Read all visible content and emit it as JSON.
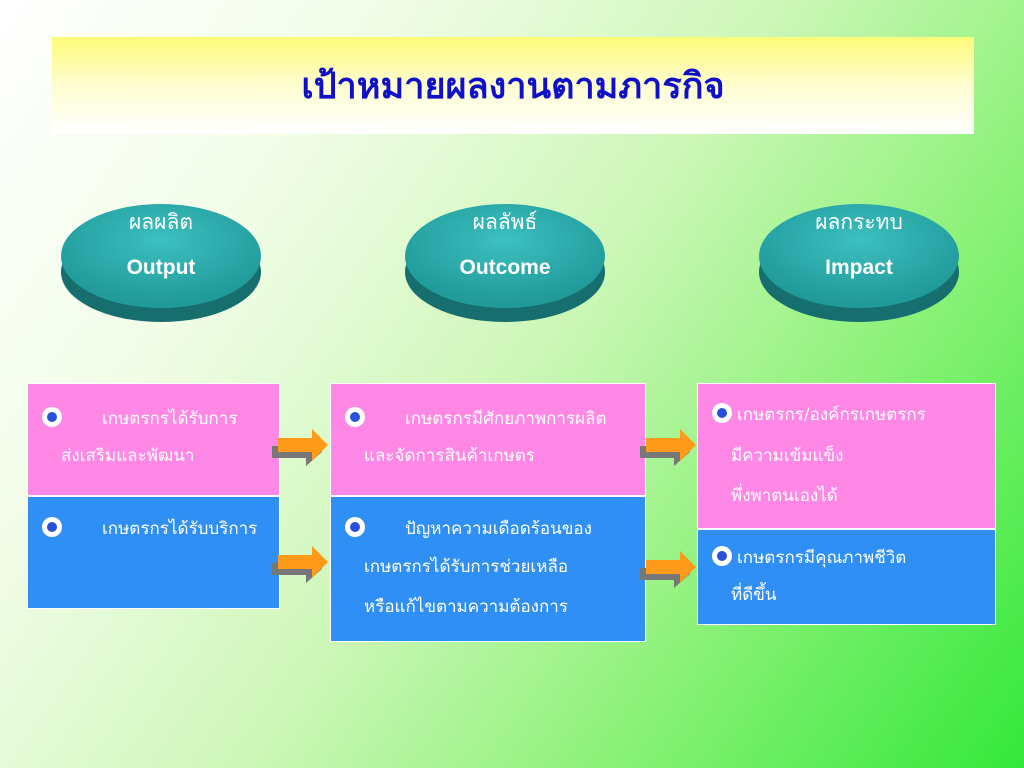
{
  "title": "เป้าหมายผลงานตามภารกิจ",
  "columns": [
    {
      "title_th": "ผลผลิต",
      "title_en": "Output"
    },
    {
      "title_th": "ผลลัพธ์",
      "title_en": "Outcome"
    },
    {
      "title_th": "ผลกระทบ",
      "title_en": "Impact"
    }
  ],
  "boxes": {
    "output_top": {
      "line1": "เกษตรกรได้รับการ",
      "line2": "ส่งเสริมและพัฒนา"
    },
    "output_bottom": {
      "line1": "เกษตรกรได้รับบริการ"
    },
    "outcome_top": {
      "line1": "เกษตรกรมีศักยภาพการผลิต",
      "line2": "และจัดการสินค้าเกษตร"
    },
    "outcome_bottom": {
      "line1": "ปัญหาความเดือดร้อนของ",
      "line2": "เกษตรกรได้รับการช่วยเหลือ",
      "line3": "หรือแก้ไขตามความต้องการ"
    },
    "impact_top": {
      "line1": "เกษตรกร/องค์กรเกษตรกร",
      "line2": "มีความเข้มแข็ง",
      "line3": "พึ่งพาตนเองได้"
    },
    "impact_bottom": {
      "line1": "เกษตรกรมีคุณภาพชีวิต",
      "line2": "ที่ดีขึ้น"
    }
  },
  "colors": {
    "title_text": "#1010c8",
    "disc": "#2aa5a5",
    "pink_box": "#ff88e6",
    "blue_box": "#2f8ff5",
    "arrow": "#ff9a1a"
  }
}
